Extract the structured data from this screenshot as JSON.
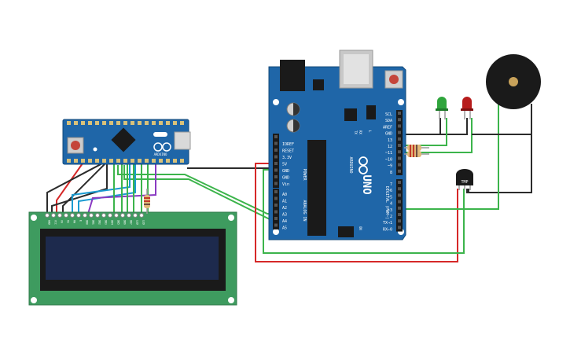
{
  "uno": {
    "power_pins": [
      "IOREF",
      "RESET",
      "3.3V",
      "5V",
      "GND",
      "GND",
      "Vin"
    ],
    "analog_pins": [
      "A0",
      "A1",
      "A2",
      "A3",
      "A4",
      "A5"
    ],
    "top_pins": [
      "SCL",
      "SDA",
      "AREF",
      "GND",
      "13",
      "12",
      "~11",
      "~10",
      "~9",
      "8"
    ],
    "digital_pins": [
      "7",
      "~6",
      "~5",
      "4",
      "~3",
      "2",
      "TX→1",
      "RX←0"
    ],
    "section_power": "POWER",
    "section_analog": "ANALOG IN",
    "section_digital": "DIGITAL (PWM~)",
    "logo_uno": "UNO",
    "brand": "ARDUINO",
    "on_label": "ON",
    "tx_label": "TX",
    "rx_label": "RX",
    "l_label": "L"
  },
  "micro": {
    "brand": "ARDUINO"
  },
  "lcd": {
    "pins": [
      "GND",
      "VCC",
      "V0",
      "RS",
      "RW",
      "E",
      "DB0",
      "DB1",
      "DB2",
      "DB3",
      "DB4",
      "DB5",
      "DB6",
      "DB7",
      "LED",
      "LED"
    ]
  },
  "sensor": {
    "label": "TMP"
  },
  "colors": {
    "board_blue": "#1f66a8",
    "board_dark": "#13497a",
    "lcd_green": "#3e9b5f",
    "lcd_screen": "#1d2a4d",
    "wire_green": "#3cb44b",
    "wire_red": "#d62828",
    "wire_black": "#2b2b2b",
    "wire_cyan": "#1b9bd1",
    "wire_purple": "#8a3ac2",
    "led_green": "#2fa53c",
    "led_red": "#b71c1c"
  }
}
